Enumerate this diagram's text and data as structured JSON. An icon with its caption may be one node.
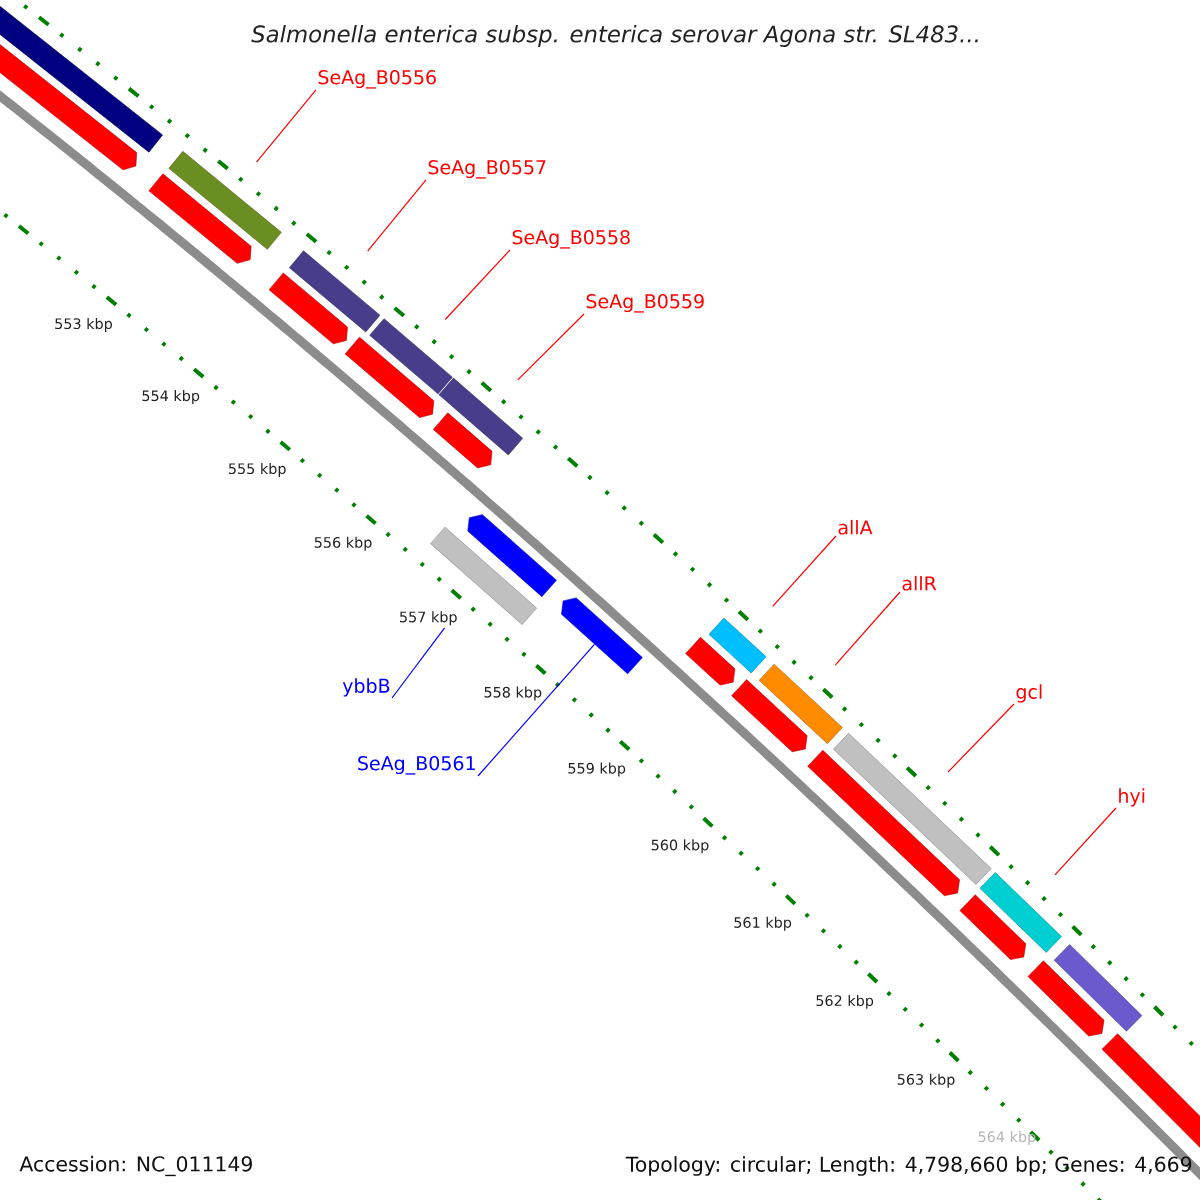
{
  "diagram": {
    "title": "Salmonella enterica subsp. enterica serovar Agona str. SL483...",
    "nodes": [
      {
        "text": [
          "SeAg_B0556"
        ]
      },
      {
        "text": [
          "SeAg_B0557"
        ]
      },
      {
        "text": [
          "SeAg_B0558"
        ]
      },
      {
        "text": [
          "SeAg_B0559"
        ]
      },
      {
        "text": [
          "allA"
        ]
      },
      {
        "text": [
          "allR"
        ]
      },
      {
        "text": [
          "ybbB"
        ]
      },
      {
        "text": [
          "gcl"
        ]
      },
      {
        "text": [
          "SeAg_B0561"
        ]
      },
      {
        "text": [
          "hyi"
        ]
      },
      {
        "text": [],
        "shape": "bar"
      },
      {
        "text": [],
        "shape": "pentagon"
      },
      {
        "text": [],
        "shape": "pentagon"
      },
      {
        "text": [],
        "shape": "bar"
      },
      {
        "text": [],
        "shape": "pentagon"
      },
      {
        "text": [],
        "shape": "bar"
      },
      {
        "text": [],
        "shape": "pentagon"
      },
      {
        "text": [],
        "shape": "bar"
      },
      {
        "text": [],
        "shape": "bar"
      },
      {
        "text": [],
        "shape": "pentagon"
      },
      {
        "text": [],
        "shape": "bar"
      },
      {
        "text": [],
        "shape": "pentagon"
      },
      {
        "text": [],
        "shape": "pentagon"
      },
      {
        "text": [],
        "shape": "pentagon"
      },
      {
        "text": [],
        "shape": "bar"
      },
      {
        "text": [],
        "shape": "pentagon"
      },
      {
        "text": [],
        "shape": "bar"
      },
      {
        "text": [],
        "shape": "pentagon"
      },
      {
        "text": [],
        "shape": "bar"
      },
      {
        "text": [],
        "shape": "pentagon"
      },
      {
        "text": [],
        "shape": "bar"
      },
      {
        "text": [],
        "shape": "pentagon"
      },
      {
        "text": [],
        "shape": "bar"
      },
      {
        "text": [],
        "shape": "pentagon"
      }
    ],
    "edges": [
      {
        "from": 0,
        "to": 13,
        "arrow": "none"
      },
      {
        "from": 1,
        "to": 15,
        "arrow": "none"
      },
      {
        "from": 2,
        "to": 17,
        "arrow": "none"
      },
      {
        "from": 3,
        "to": 18,
        "arrow": "none"
      },
      {
        "from": 4,
        "to": 24,
        "arrow": "none"
      },
      {
        "from": 5,
        "to": 26,
        "arrow": "none"
      },
      {
        "from": 6,
        "to": 20,
        "arrow": "none",
        "color": "#0000ff"
      },
      {
        "from": 7,
        "to": 28,
        "arrow": "none"
      },
      {
        "from": 8,
        "to": 22,
        "arrow": "none",
        "color": "#0000ff"
      },
      {
        "from": 9,
        "to": 30,
        "arrow": "none"
      }
    ],
    "labels": [
      "553 kbp",
      "554 kbp",
      "555 kbp",
      "556 kbp",
      "557 kbp",
      "558 kbp",
      "559 kbp",
      "560 kbp",
      "561 kbp",
      "562 kbp",
      "563 kbp",
      "564 kbp",
      "Accession: NC_011149",
      "Topology: circular; Length: 4,798,660 bp; Genes: 4,669"
    ]
  }
}
